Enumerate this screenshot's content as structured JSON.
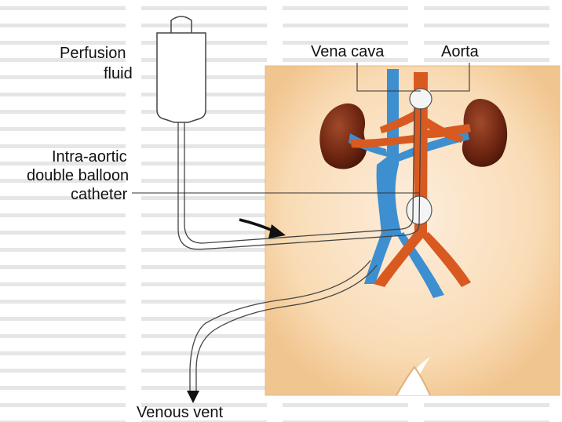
{
  "labels": {
    "perfusion_fluid_line1": "Perfusion",
    "perfusion_fluid_line2": "fluid",
    "vena_cava": "Vena cava",
    "aorta": "Aorta",
    "catheter_line1": "Intra-aortic",
    "catheter_line2": "double balloon",
    "catheter_line3": "catheter",
    "venous_vent": "Venous vent"
  },
  "colors": {
    "vein": "#3d8fd0",
    "artery": "#d85a20",
    "kidney": "#6b2410",
    "body": "#f6d4a4",
    "page_text": "#8a8a8a"
  }
}
